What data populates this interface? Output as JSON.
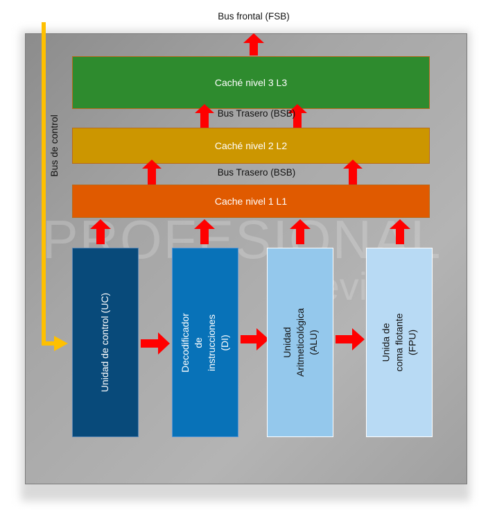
{
  "buses": {
    "front": "Bus frontal (FSB)",
    "back_l3_l2": "Bus Trasero (BSB)",
    "back_l2_l1": "Bus Trasero (BSB)",
    "control": "Bus de control"
  },
  "cache": {
    "l3": "Caché nivel 3 L3",
    "l2": "Caché nivel 2 L2",
    "l1": "Cache nivel 1 L1"
  },
  "units": [
    {
      "label": "Unidad de control (UC)"
    },
    {
      "label": "Decodificador de instrucciones (DI)"
    },
    {
      "label": "Unidad Aritmeticológica (ALU)"
    },
    {
      "label": "Unida de coma flotante (FPU)"
    }
  ],
  "watermark": {
    "main": "PROFESIONAL",
    "sub": "review"
  },
  "colors": {
    "arrow": "#ff0000",
    "control_bus": "#ffc000",
    "cache_l3": "#2e8b2e",
    "cache_l2": "#cc9600",
    "cache_l1": "#e05a00"
  }
}
